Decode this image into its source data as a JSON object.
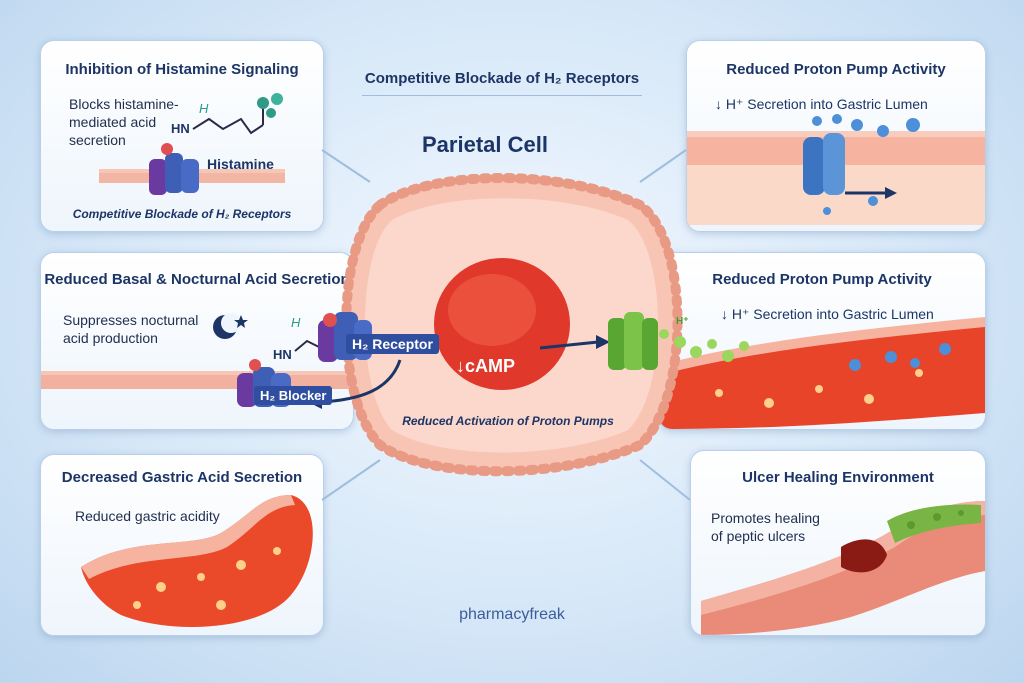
{
  "banner": {
    "top": "Competitive Blockade of H₂ Receptors"
  },
  "center": {
    "title": "Parietal Cell",
    "camp": "↓cAMP",
    "reduced_activation": "Reduced Activation of Proton Pumps",
    "h2_receptor": "H₂ Receptor",
    "h2_blocker": "H₂ Blocker",
    "hplus_small": "H⁺"
  },
  "panel_tl": {
    "title": "Inhibition of Histamine Signaling",
    "body": [
      "Blocks histamine-",
      "mediated acid",
      "secretion"
    ],
    "histamine_label": "Histamine",
    "hn": "HN",
    "h": "H",
    "footer": "Competitive Blockade of H₂ Receptors"
  },
  "panel_tr": {
    "title": "Reduced Proton Pump Activity",
    "body": "↓ H⁺ Secretion into Gastric Lumen"
  },
  "panel_ml": {
    "title": "Reduced Basal & Nocturnal Acid Secretion",
    "body": [
      "Suppresses nocturnal",
      "acid production"
    ],
    "hn": "HN",
    "h": "H"
  },
  "panel_mr": {
    "title": "Reduced Proton Pump Activity",
    "body": "↓ H⁺ Secretion into Gastric Lumen"
  },
  "panel_bl": {
    "title": "Decreased Gastric Acid Secretion",
    "body": "Reduced gastric acidity"
  },
  "panel_br": {
    "title": "Ulcer Healing Environment",
    "body": [
      "Promotes healing",
      "of peptic ulcers"
    ]
  },
  "brand": "pharmacyfreak",
  "colors": {
    "navy": "#1d3566",
    "cell": "#f5b7a8",
    "nucleus": "#e0392b",
    "receptor_blue": "#3e5fb5",
    "receptor_purple": "#6a3aa0",
    "pump_green": "#7cc34a"
  }
}
